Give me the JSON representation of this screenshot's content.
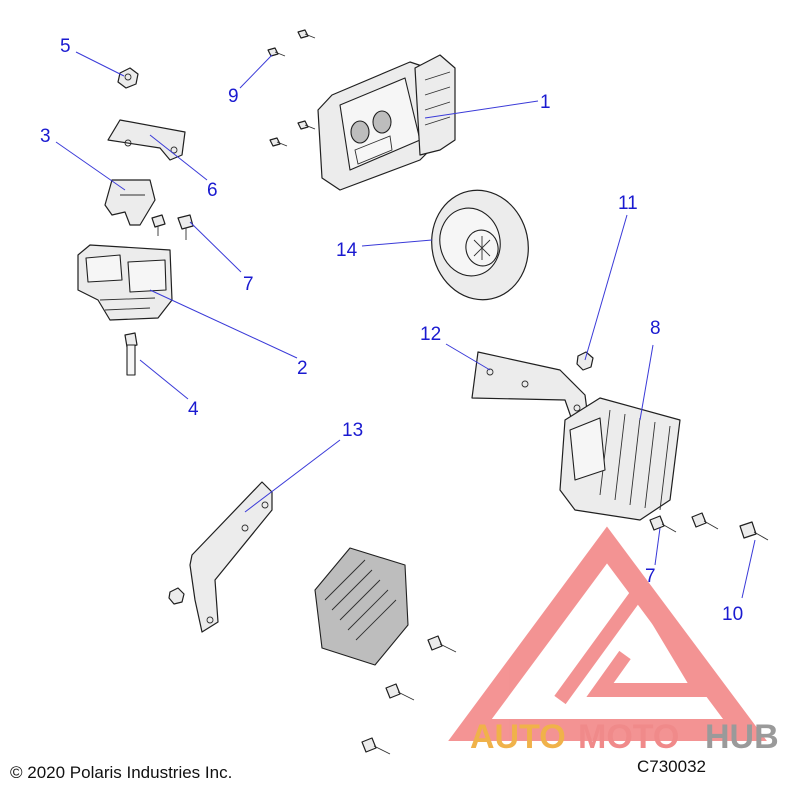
{
  "callouts": [
    {
      "id": "c1",
      "text": "1"
    },
    {
      "id": "c2",
      "text": "2"
    },
    {
      "id": "c3",
      "text": "3"
    },
    {
      "id": "c4",
      "text": "4"
    },
    {
      "id": "c5",
      "text": "5"
    },
    {
      "id": "c6",
      "text": "6"
    },
    {
      "id": "c7a",
      "text": "7"
    },
    {
      "id": "c7b",
      "text": "7"
    },
    {
      "id": "c8",
      "text": "8"
    },
    {
      "id": "c9",
      "text": "9"
    },
    {
      "id": "c10",
      "text": "10"
    },
    {
      "id": "c11",
      "text": "11"
    },
    {
      "id": "c12",
      "text": "12"
    },
    {
      "id": "c13",
      "text": "13"
    },
    {
      "id": "c14",
      "text": "14"
    }
  ],
  "footer": {
    "copyright": "© 2020 Polaris Industries Inc.",
    "drawing_code": "C730032"
  },
  "watermark": {
    "part1": "AUTO",
    "part2": "MOTO",
    "part3": "HUB",
    "colors": {
      "auto": "#f0b24a",
      "moto": "#f08a8a",
      "hub": "#9a9a9a",
      "triangle": "#f07070"
    }
  },
  "icons": [
    "ecu-icon",
    "ignition-coil-icon",
    "bracket-icon",
    "bolt-icon",
    "nut-icon",
    "horn-icon",
    "regulator-icon"
  ]
}
